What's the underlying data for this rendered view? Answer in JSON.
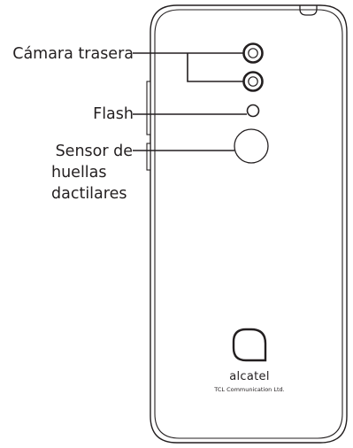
{
  "labels": {
    "rear_camera": "Cámara trasera",
    "flash": "Flash",
    "fingerprint_line1": "Sensor de",
    "fingerprint_line2": "huellas",
    "fingerprint_line3": "dactilares"
  },
  "brand": {
    "name": "alcatel",
    "maker": "TCL Communication Ltd."
  },
  "colors": {
    "line": "#231f20",
    "background": "#ffffff"
  }
}
